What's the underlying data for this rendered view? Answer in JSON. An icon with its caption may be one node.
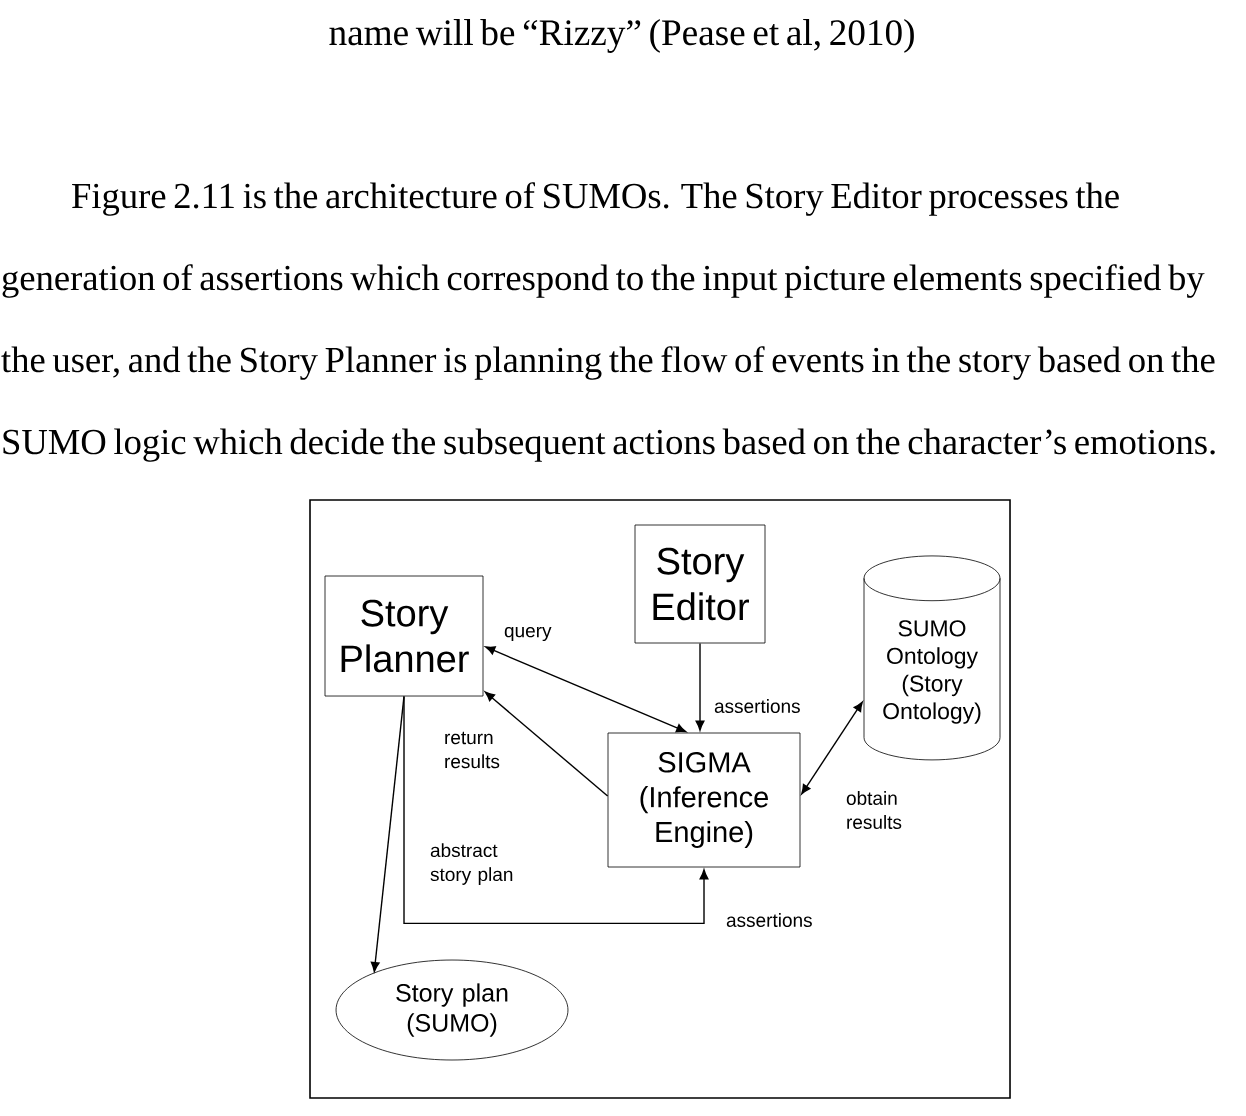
{
  "diagram": {
    "nodes": [
      {
        "text": [
          "Story Planner"
        ]
      },
      {
        "text": [
          "Story Editor"
        ]
      },
      {
        "text": [
          "SIGMA (Inference Engine)"
        ]
      },
      {
        "text": [
          "SUMO Ontology (Story Ontology)"
        ]
      },
      {
        "text": [
          "Story plan (SUMO)"
        ]
      }
    ],
    "edges": [
      {
        "from": 0,
        "to": 2,
        "arrow": "both",
        "label": "query"
      },
      {
        "from": 1,
        "to": 2,
        "arrow": "to",
        "label": "assertions"
      },
      {
        "from": 2,
        "to": 0,
        "arrow": "to",
        "label": "return results"
      },
      {
        "from": 2,
        "to": 3,
        "arrow": "both",
        "label": "obtain results"
      },
      {
        "from": 0,
        "to": 2,
        "arrow": "to",
        "label": "assertions"
      },
      {
        "from": 0,
        "to": 4,
        "arrow": "to",
        "label": "abstract story plan"
      }
    ],
    "labels": [
      "name will be “Rizzy” (Pease et al, 2010)",
      "Figure 2.11 is the architecture of SUMOs. The Story Editor processes the generation of assertions which correspond to the input picture elements specified by the user, and the Story Planner is planning the flow of events in the story based on the SUMO logic which decide the subsequent actions based on the character’s emotions."
    ]
  }
}
